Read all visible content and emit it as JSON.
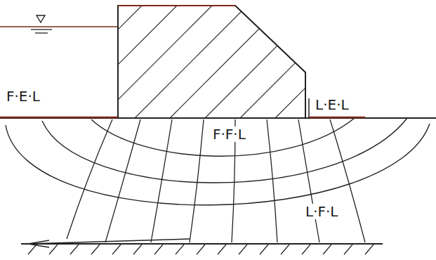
{
  "diagram": {
    "labels": [
      "F·E·L",
      "L·E·L",
      "F·F·L",
      "L·F·L"
    ]
  }
}
